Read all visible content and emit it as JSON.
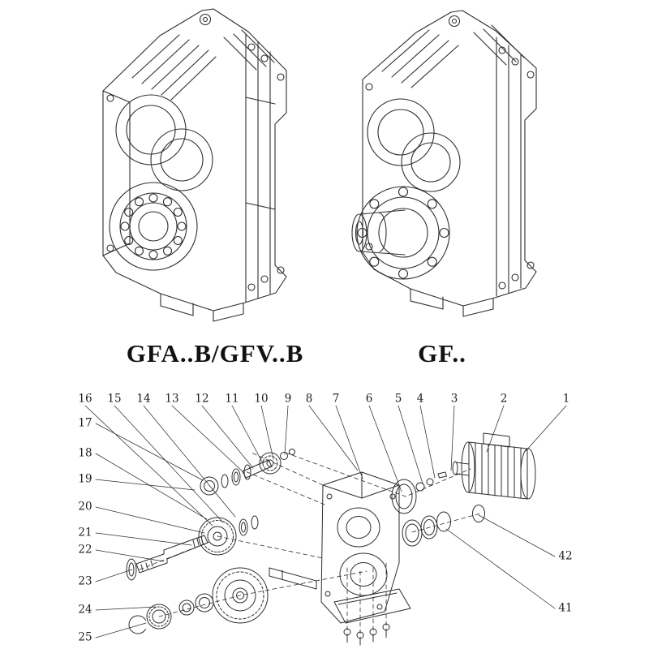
{
  "page": {
    "background": "#ffffff",
    "line_color": "#2e2e2e"
  },
  "models": [
    {
      "id": "gfab-gfvb",
      "label": "GFA..B/GFV..B"
    },
    {
      "id": "gf",
      "label": "GF.."
    }
  ],
  "exploded_view": {
    "part_numbers": {
      "top_row": [
        "16",
        "15",
        "14",
        "13",
        "12",
        "11",
        "10",
        "9",
        "8",
        "7",
        "6",
        "5",
        "4",
        "3",
        "2",
        "1"
      ],
      "left_column": [
        "17",
        "18",
        "19",
        "20",
        "21",
        "22",
        "23",
        "24",
        "25"
      ],
      "right_column": [
        "42",
        "41"
      ]
    }
  }
}
